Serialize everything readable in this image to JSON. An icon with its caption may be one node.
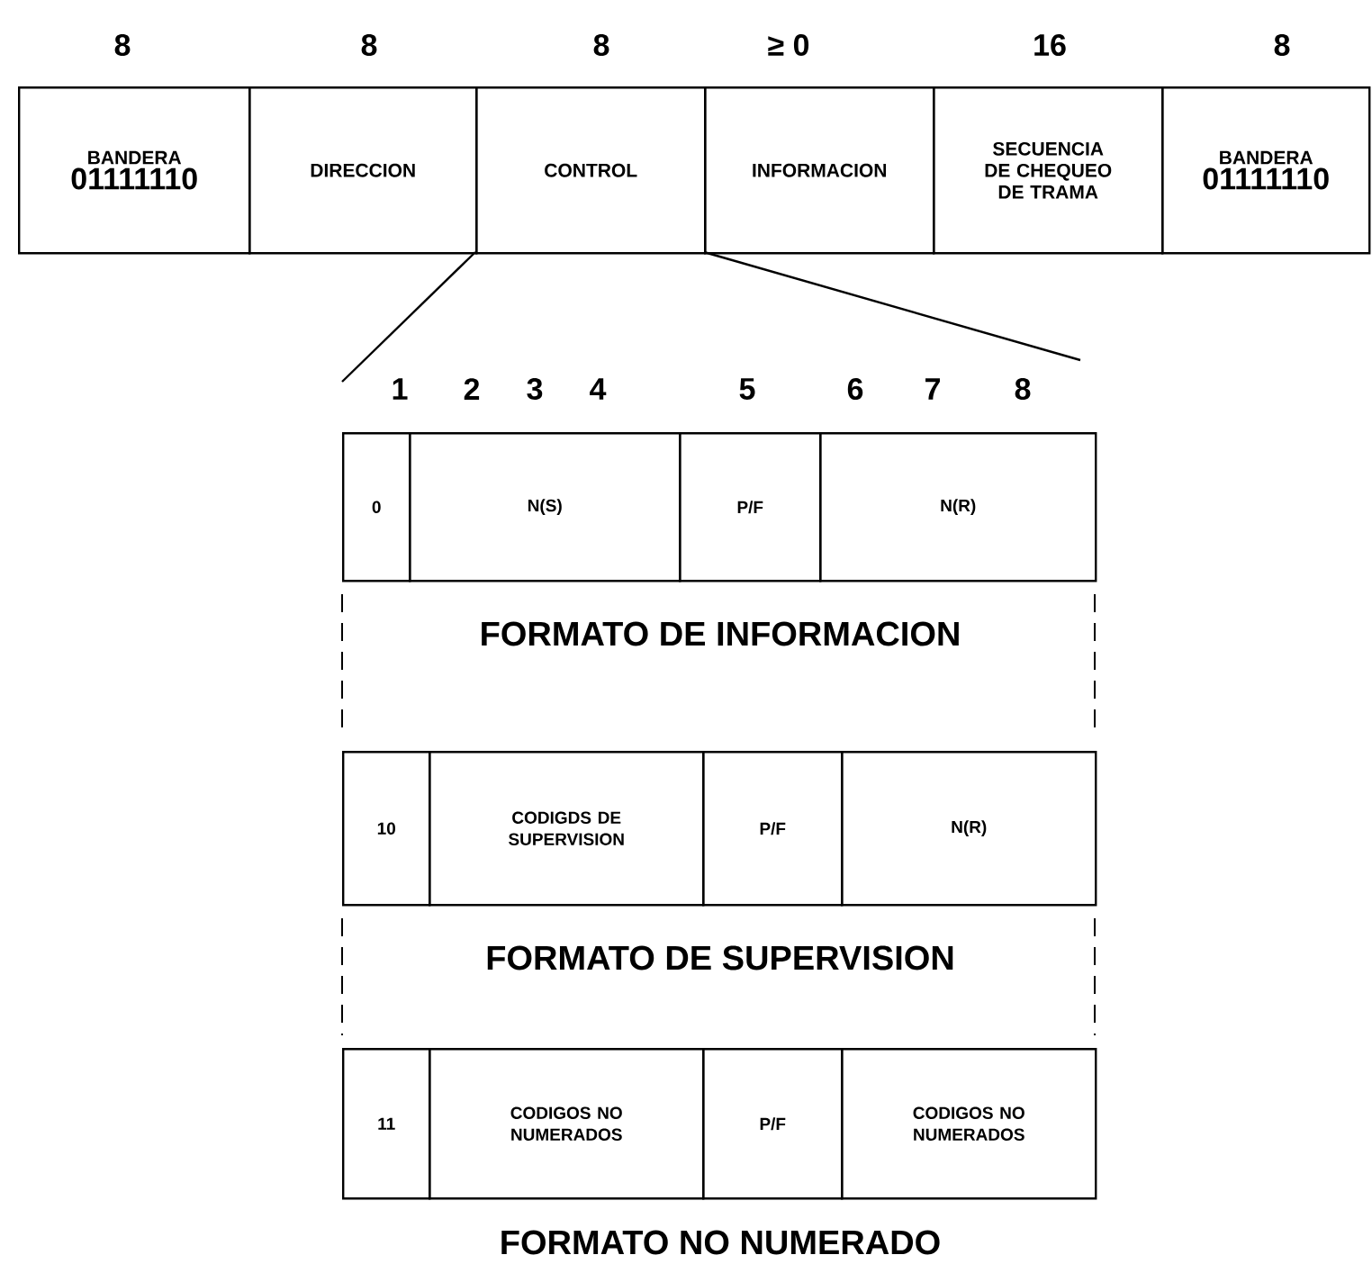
{
  "diagram": {
    "nodes": [
      {
        "text": [
          "BANDERA",
          "01111110"
        ]
      },
      {
        "text": [
          "DIRECCION"
        ]
      },
      {
        "text": [
          "CONTROL"
        ]
      },
      {
        "text": [
          "INFORMACION"
        ]
      },
      {
        "text": [
          "SECUENCIA DE CHEQUEO DE TRAMA"
        ]
      },
      {
        "text": [
          "BANDERA",
          "01111110"
        ]
      },
      {
        "text": [
          "0"
        ]
      },
      {
        "text": [
          "N(S)"
        ]
      },
      {
        "text": [
          "P/F"
        ]
      },
      {
        "text": [
          "N(R)"
        ]
      },
      {
        "text": [
          "10"
        ]
      },
      {
        "text": [
          "CODIGDS DE SUPERVISION"
        ]
      },
      {
        "text": [
          "P/F"
        ]
      },
      {
        "text": [
          "N(R)"
        ]
      },
      {
        "text": [
          "11"
        ]
      },
      {
        "text": [
          "CODIGOS NO NUMERADOS"
        ]
      },
      {
        "text": [
          "P/F"
        ]
      },
      {
        "text": [
          "CODIGOS NO NUMERADOS"
        ]
      }
    ],
    "labels": [
      "8",
      "8",
      "8",
      "≥ 0",
      "16",
      "8",
      "1",
      "2",
      "3",
      "4",
      "5",
      "6",
      "7",
      "8",
      "FORMATO DE INFORMACION",
      "FORMATO DE SUPERVISION",
      "FORMATO NO NUMERADO"
    ]
  }
}
